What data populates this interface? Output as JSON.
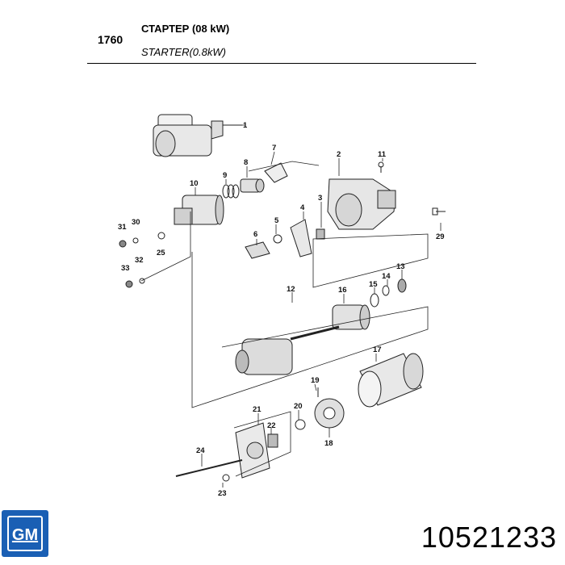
{
  "header": {
    "code": "1760",
    "title_ru": "СТАРТЕР (08 kW)",
    "title_en": "STARTER(0.8kW)"
  },
  "callouts": [
    "1",
    "2",
    "3",
    "4",
    "5",
    "6",
    "7",
    "8",
    "9",
    "10",
    "11",
    "12",
    "13",
    "14",
    "15",
    "16",
    "17",
    "18",
    "19",
    "20",
    "21",
    "22",
    "23",
    "24",
    "25",
    "29",
    "30",
    "31",
    "32",
    "33"
  ],
  "logo": {
    "text": "GM",
    "color": "#1a5fb4"
  },
  "part_number": "10521233"
}
